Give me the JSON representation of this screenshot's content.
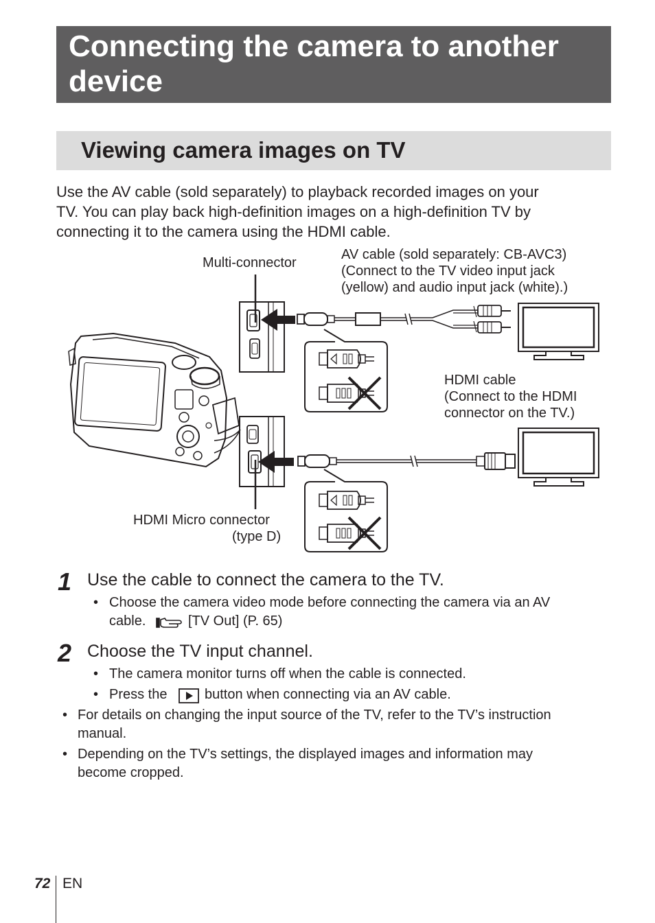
{
  "title": "Connecting the camera to another device",
  "section": "Viewing camera images on TV",
  "intro": [
    "Use the AV cable (sold separately) to playback recorded images on your",
    "TV. You can play back high-definition images on a high-definition TV by",
    "connecting it to the camera using the HDMI cable."
  ],
  "diagram": {
    "multi_connector": "Multi-connector",
    "av_cable": [
      "AV cable (sold separately: CB-AVC3)",
      "(Connect to the TV video input jack",
      "(yellow) and audio input jack (white).)"
    ],
    "hdmi_cable": [
      "HDMI cable",
      "(Connect to the HDMI",
      "connector on the TV.)"
    ],
    "hdmi_micro": [
      "HDMI Micro connector",
      "(type D)"
    ]
  },
  "steps": [
    {
      "number": "1",
      "text": "Use the cable to connect the camera to the TV.",
      "bullets": [
        "Choose the camera video mode before connecting the camera via an AV",
        "cable.",
        "[TV Out] (P. 65)"
      ]
    },
    {
      "number": "2",
      "text": "Choose the TV input channel.",
      "bullets": [
        "The camera monitor turns off when the cable is connected.",
        "Press the",
        "button when connecting via an AV cable."
      ]
    }
  ],
  "notes": [
    [
      "For details on changing the input source of the TV, refer to the TV’s instruction",
      "manual."
    ],
    [
      "Depending on the TV’s settings, the displayed images and information may",
      "become cropped."
    ]
  ],
  "footer": {
    "page": "72",
    "lang": "EN"
  }
}
